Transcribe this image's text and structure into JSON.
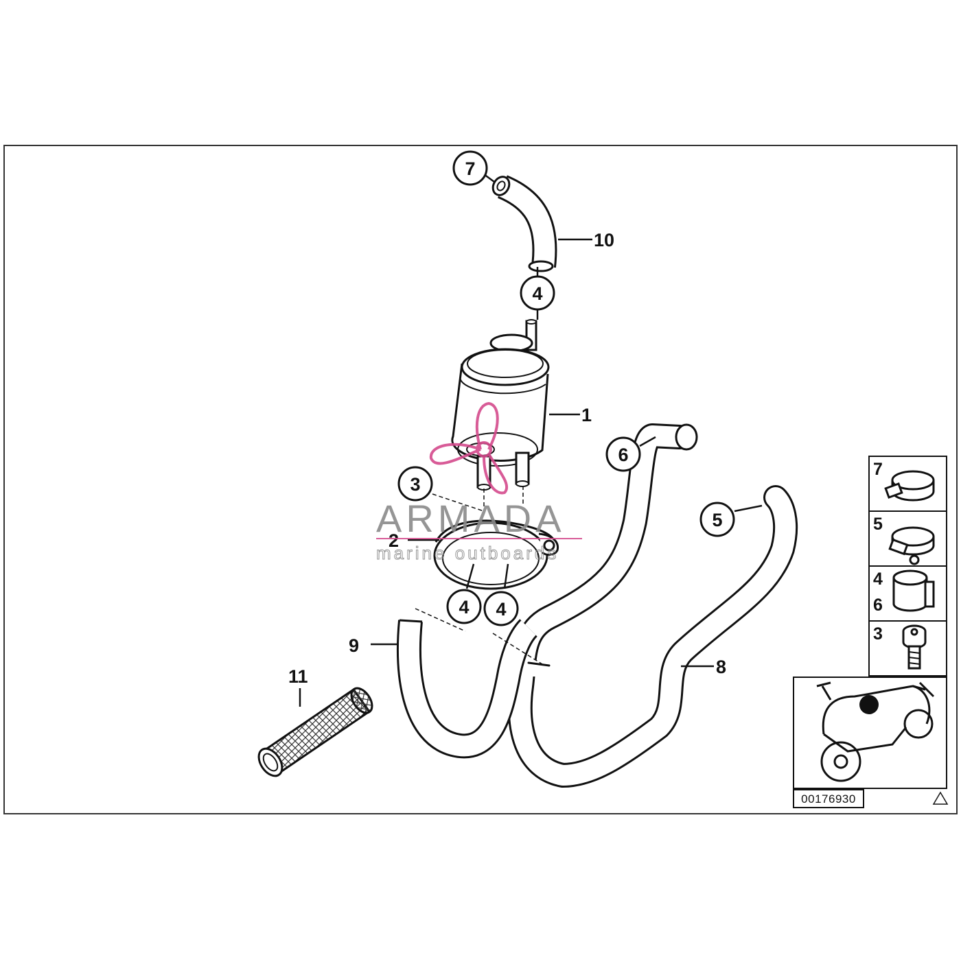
{
  "callouts": {
    "c7": "7",
    "c4_top": "4",
    "c6": "6",
    "c3": "3",
    "c5": "5",
    "c4_left": "4",
    "c4_right": "4"
  },
  "labels": {
    "l10": "10",
    "l1": "1",
    "l2": "2",
    "l9": "9",
    "l8": "8",
    "l11": "11"
  },
  "side_panel": {
    "row1": "7",
    "row2": "5",
    "row3a": "4",
    "row3b": "6",
    "row4": "3"
  },
  "reference_number": "00176930",
  "watermark": {
    "brand": "ARMADA",
    "tagline": "marine outboards",
    "accent_color": "#d44a8c",
    "text_color": "#8a8a8a"
  },
  "icons": [
    "propeller-logo-icon",
    "motorcycle-location-icon",
    "warning-triangle-icon"
  ]
}
